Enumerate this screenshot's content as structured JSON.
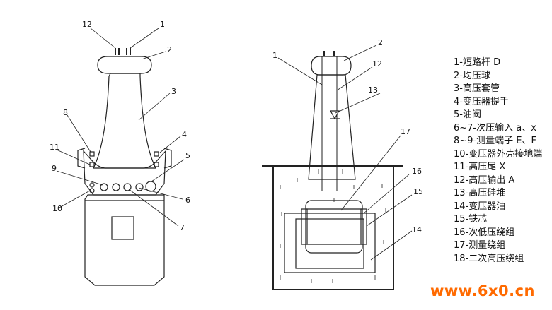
{
  "figure": {
    "callouts_left": [
      "12",
      "1",
      "2",
      "3",
      "8",
      "4",
      "11",
      "9",
      "5",
      "6",
      "10",
      "7"
    ],
    "callouts_right": [
      "1",
      "2",
      "12",
      "13",
      "17",
      "16",
      "15",
      "14"
    ]
  },
  "legend": {
    "items": [
      "1-短路杆 D",
      "2-均压球",
      "3-高压套管",
      "4-变压器提手",
      "5-油阀",
      "6~7-次压输入 a、x",
      "8~9-测量端子 E、F",
      "10-变压器外壳接地端",
      "11-高压尾 X",
      "12-高压输出 A",
      "13-高压硅堆",
      "14-变压器油",
      "15-铁芯",
      "16-次低压绕组",
      "17-测量绕组",
      "18-二次高压绕组"
    ]
  },
  "watermark": {
    "text": "www.6x0.cn",
    "color": "#ff6a00"
  }
}
